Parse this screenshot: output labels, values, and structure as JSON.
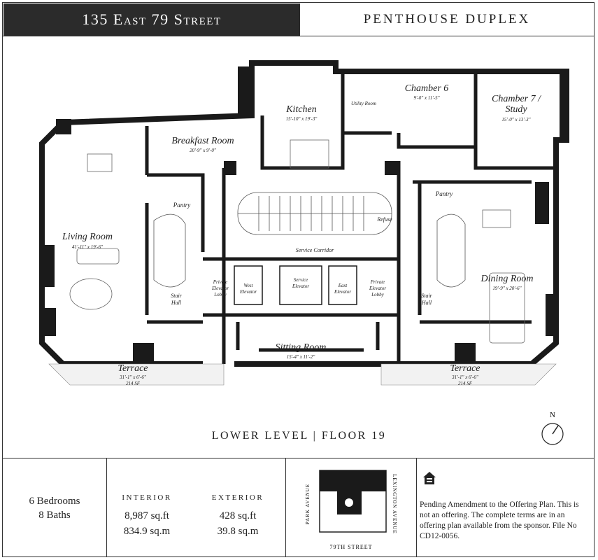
{
  "header": {
    "address": "135 East 79 Street",
    "unit_type": "PENTHOUSE DUPLEX"
  },
  "rooms": {
    "living": {
      "name": "Living Room",
      "dims": "41'-11\" x 19'-6\""
    },
    "breakfast": {
      "name": "Breakfast Room",
      "dims": "20'-9\" x 9'-0\""
    },
    "kitchen": {
      "name": "Kitchen",
      "dims": "15'-10\" x 19'-3\""
    },
    "utility": {
      "name": "Utility Room"
    },
    "chamber6": {
      "name": "Chamber 6",
      "dims": "9'-0\" x 11'-5\""
    },
    "chamber7": {
      "name": "Chamber 7 /",
      "name2": "Study",
      "dims": "15'-0\" x 13'-3\""
    },
    "pantry_left": {
      "name": "Pantry"
    },
    "pantry_right": {
      "name": "Pantry"
    },
    "refuse": {
      "name": "Refuse"
    },
    "service_corridor": {
      "name": "Service Corridor"
    },
    "dining": {
      "name": "Dining Room",
      "dims": "19'-9\" x 20'-6\""
    },
    "stair_hall_left": {
      "name": "Stair",
      "name2": "Hall"
    },
    "stair_hall_right": {
      "name": "Stair",
      "name2": "Hall"
    },
    "private_lobby_left": {
      "l1": "Private",
      "l2": "Elevator",
      "l3": "Lobby"
    },
    "private_lobby_right": {
      "l1": "Private",
      "l2": "Elevator",
      "l3": "Lobby"
    },
    "west_elevator": {
      "l1": "West",
      "l2": "Elevator"
    },
    "east_elevator": {
      "l1": "East",
      "l2": "Elevator"
    },
    "service_elevator": {
      "l1": "Service",
      "l2": "Elevator"
    },
    "sitting": {
      "name": "Sitting Room",
      "dims": "15'-4\" x 11'-2\""
    },
    "terrace_left": {
      "name": "Terrace",
      "dims": "31'-1\" x 6'-6\"",
      "area": "214 SF"
    },
    "terrace_right": {
      "name": "Terrace",
      "dims": "31'-1\" x 6'-6\"",
      "area": "214 SF"
    }
  },
  "level_label": "LOWER LEVEL | FLOOR 19",
  "compass": {
    "label": "N"
  },
  "summary": {
    "bedrooms": "6 Bedrooms",
    "baths": "8 Baths",
    "interior_caption": "INTERIOR",
    "interior_sqft": "8,987 sq.ft",
    "interior_sqm": "834.9 sq.m",
    "exterior_caption": "EXTERIOR",
    "exterior_sqft": "428 sq.ft",
    "exterior_sqm": "39.8 sq.m"
  },
  "map": {
    "park_avenue": "PARK AVENUE",
    "lexington_avenue": "LEXINGTON AVENUE",
    "street": "79TH STREET"
  },
  "disclaimer": "Pending Amendment to the Offering Plan. This is not an offering. The complete terms are in an offering plan available from the sponsor. File No CD12-0056.",
  "colors": {
    "wall": "#1a1a1a",
    "header_bg": "#2b2b2b",
    "paper": "#ffffff"
  }
}
